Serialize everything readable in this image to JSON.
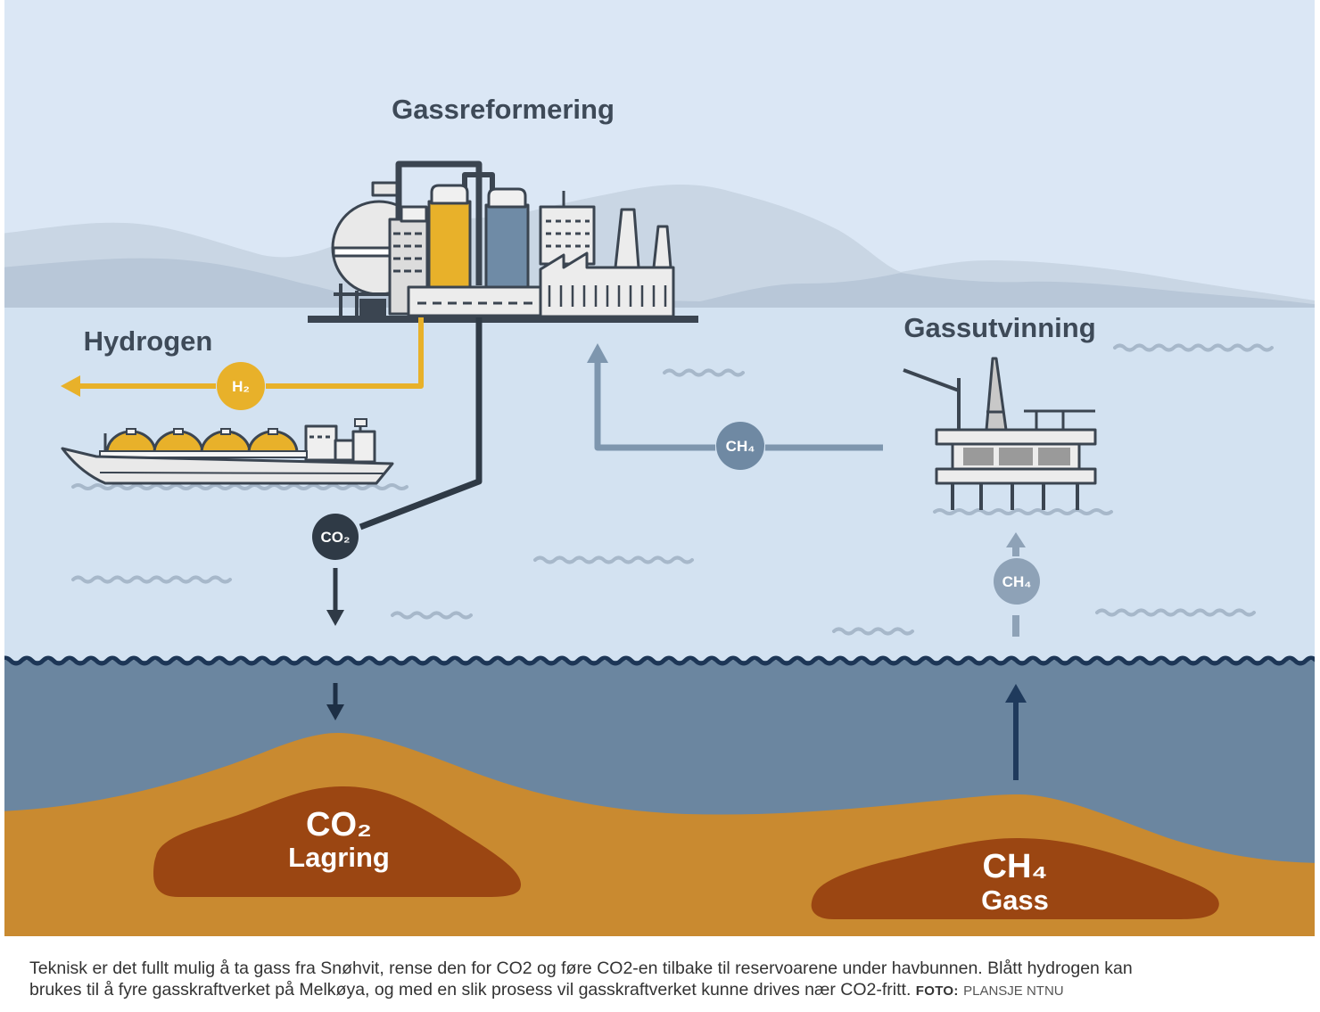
{
  "figure": {
    "labels": {
      "gas_reforming": "Gassreformering",
      "hydrogen": "Hydrogen",
      "gas_extraction": "Gassutvinning"
    },
    "badges": {
      "h2": "H₂",
      "co2": "CO₂",
      "ch4_pipeline": "CH₄",
      "ch4_well": "CH₄"
    },
    "reservoirs": {
      "co2": {
        "formula": "CO₂",
        "label": "Lagring"
      },
      "ch4": {
        "formula": "CH₄",
        "label": "Gass"
      }
    },
    "colors": {
      "hydrogen": "#e8b12a",
      "co2": "#2f3a46",
      "methane": "#7e96ae",
      "methane_badge": "#6f89a3",
      "methane_light": "#8ea2b7",
      "reservoir": "#9b4612",
      "seabed": "#c98a30",
      "sea": "#6b86a0"
    }
  },
  "caption": {
    "lines": [
      "Teknisk er det fullt mulig å ta gass fra Snøhvit, rense den for CO2 og føre CO2-en tilbake til reservoarene under havbunnen. Blått hydrogen kan",
      "brukes til å fyre gasskraftverket på Melkøya, og med en slik prosess vil gasskraftverket kunne drives nær CO2-fritt."
    ],
    "credit_label": "FOTO:",
    "credit": "PLANSJE NTNU"
  }
}
